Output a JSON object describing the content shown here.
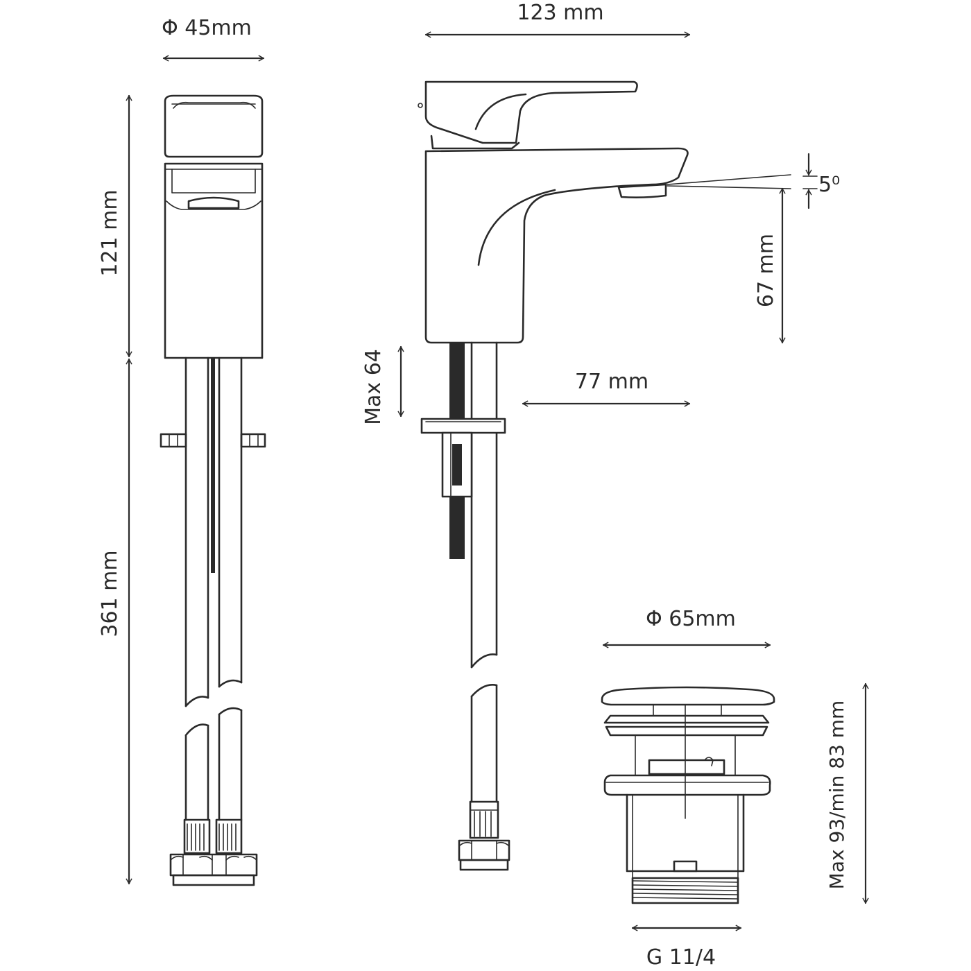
{
  "dimensions": {
    "front_diameter": "Φ 45mm",
    "front_height_body": "121 mm",
    "front_height_hose": "361 mm",
    "side_reach": "123 mm",
    "spout_angle": "5⁰",
    "spout_height": "67 mm",
    "max_deck_thickness": "Max 64",
    "spout_projection": "77 mm",
    "waste_diameter": "Φ 65mm",
    "waste_height": "Max 93/min 83 mm",
    "waste_thread": "G 11/4"
  }
}
